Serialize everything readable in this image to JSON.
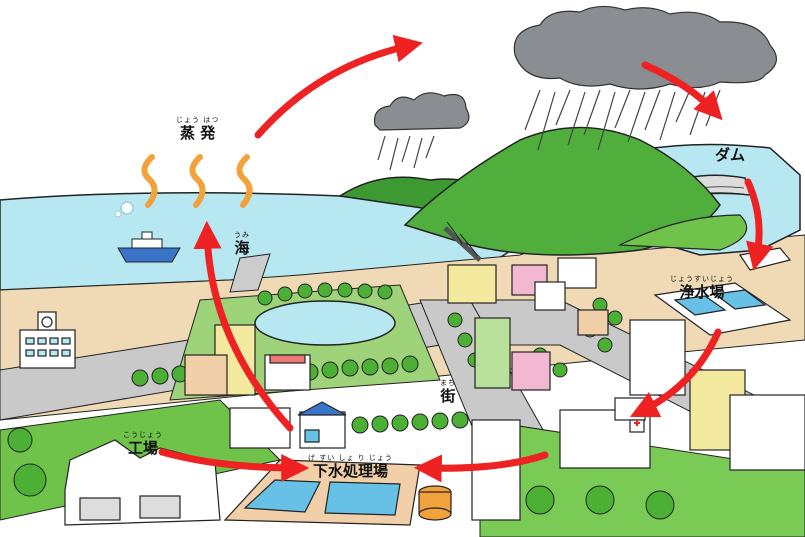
{
  "labels": {
    "evaporation": {
      "text": "蒸 発",
      "ruby": "じょう はつ"
    },
    "sea": {
      "text": "海",
      "ruby": "うみ"
    },
    "dam": {
      "text": "ダム"
    },
    "purification": {
      "text": "浄水場",
      "ruby": "じょうすいじょう"
    },
    "town": {
      "text": "街",
      "ruby": "まち"
    },
    "factory": {
      "text": "工場",
      "ruby": "こうじょう"
    },
    "sewage": {
      "text": "下水処理場",
      "ruby": "げ すい しょ り じょう"
    }
  },
  "colors": {
    "arrow": "#ee2222",
    "sea": "#b7e8f2",
    "grass": "#6fc24a",
    "mountain": "#4fae3c",
    "cloud": "#8a8d91",
    "steam": "#f2a23a",
    "road": "#c9c9c9",
    "sand": "#f0d9b5"
  }
}
